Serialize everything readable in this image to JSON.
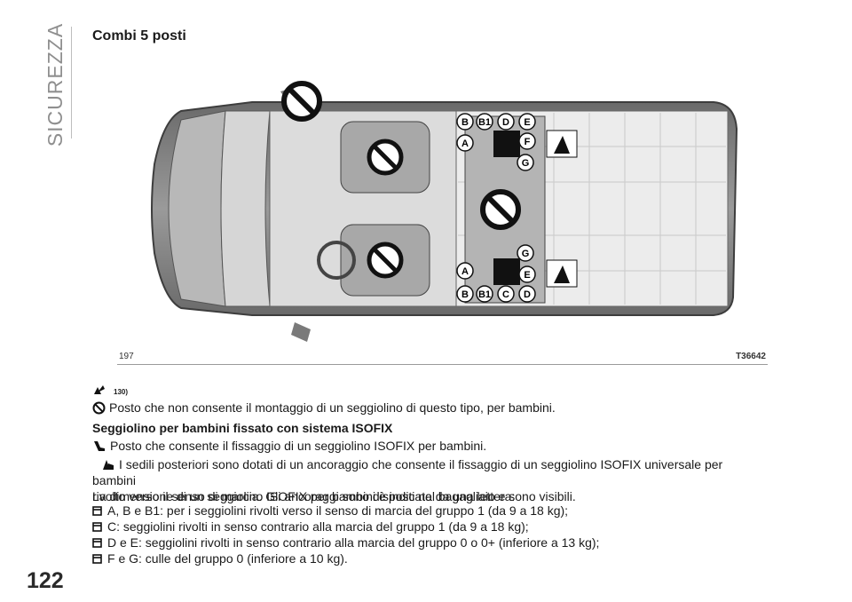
{
  "sidebar": {
    "section": "SICUREZZA"
  },
  "page": {
    "number": "122"
  },
  "title": "Combi 5 posti",
  "figure": {
    "number": "197",
    "code": "T36642",
    "labels_top": [
      "B",
      "B1",
      "D",
      "E",
      "A",
      "F",
      "G"
    ],
    "labels_bottom": [
      "G",
      "E",
      "A",
      "B",
      "B1",
      "C",
      "D"
    ]
  },
  "reference": "130)",
  "content": {
    "no_seat": "Posto che non consente il montaggio di un seggiolino di questo tipo, per bambini.",
    "isofix_heading": "Seggiolino per bambini fissato con sistema ISOFIX",
    "isofix_seat": "Posto che consente il fissaggio di un seggiolino ISOFIX per bambini.",
    "rear_anchor_line1": "I sedili posteriori sono dotati di un ancoraggio che consente il fissaggio di un seggiolino ISOFIX universale per bambini",
    "rear_anchor_line2": "rivolto verso il senso di marcia. Gli ancoraggi sono disposti nel bagagliaio e sono visibili.",
    "size_intro": "La dimensione di un seggiolino ISOFIX per bambini è indicata da una lettera:",
    "bullets": [
      "A, B e B1: per i seggiolini rivolti verso il senso di marcia del gruppo 1 (da 9 a 18 kg);",
      "C: seggiolini rivolti in senso contrario alla marcia del gruppo 1 (da 9 a 18 kg);",
      "D e E: seggiolini rivolti in senso contrario alla marcia del gruppo 0 o 0+ (inferiore a 13 kg);",
      "F e G: culle del gruppo 0 (inferiore a 10 kg)."
    ]
  },
  "icons": [
    "prohibited-icon",
    "isofix-seat-icon",
    "isofix-anchor-icon",
    "bullet-icon",
    "warning-reference-icon"
  ]
}
